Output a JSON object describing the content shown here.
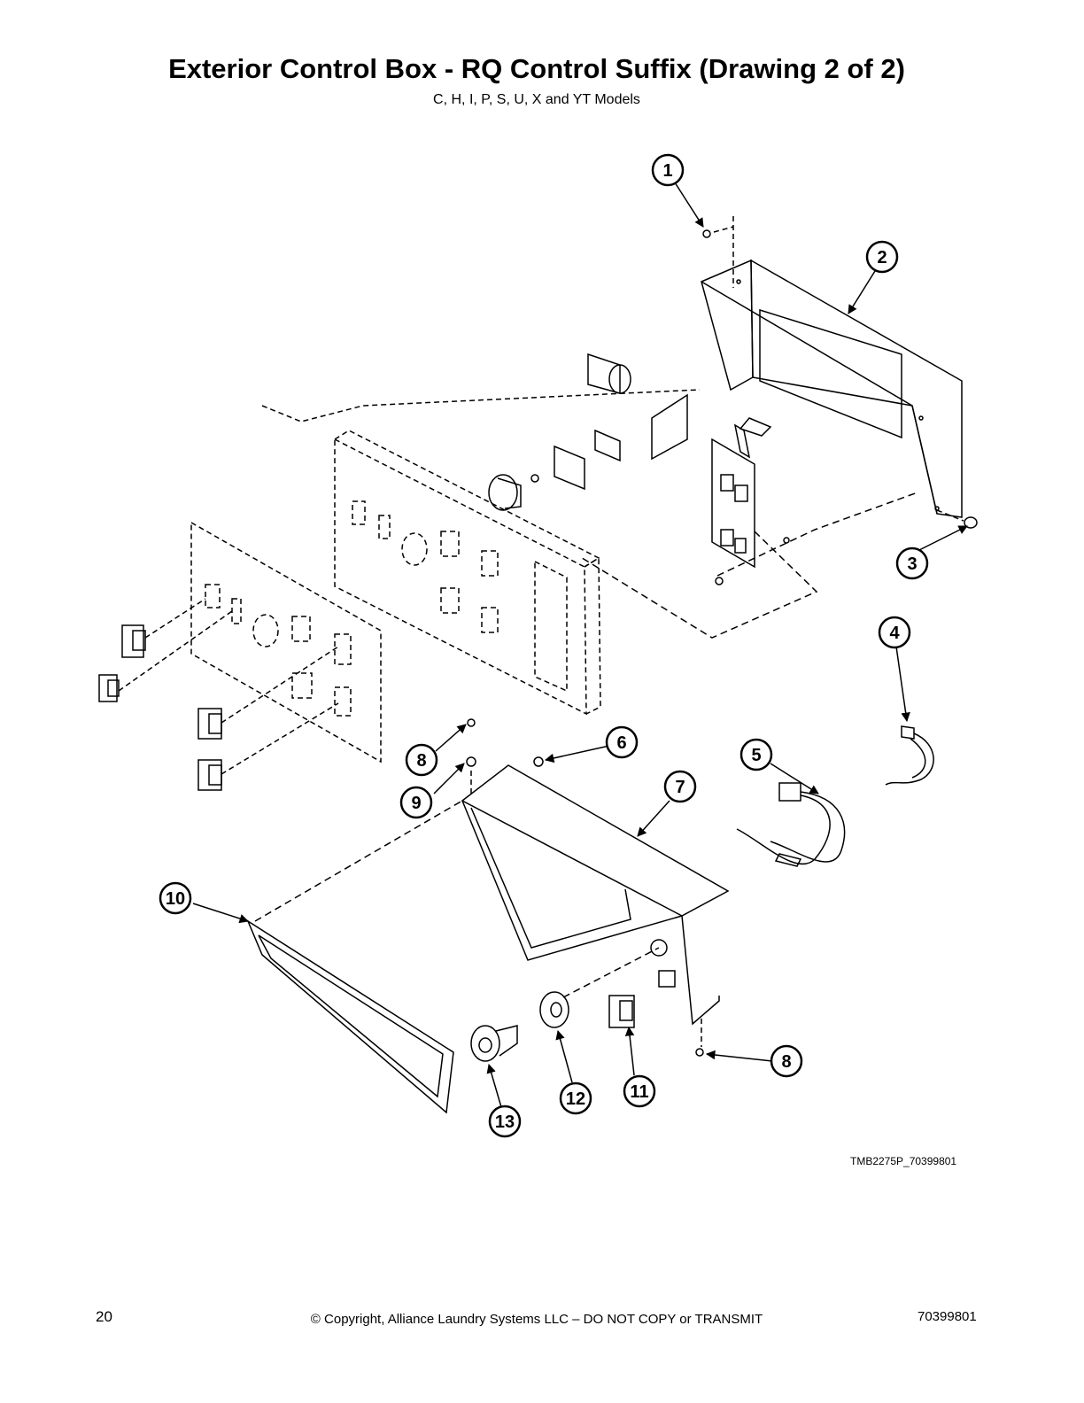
{
  "header": {
    "title": "Exterior Control Box - RQ Control Suffix (Drawing 2 of 2)",
    "subtitle": "C, H, I, P, S, U, X and YT Models"
  },
  "callouts": [
    "1",
    "2",
    "3",
    "4",
    "5",
    "6",
    "7",
    "8",
    "9",
    "10",
    "11",
    "12",
    "13",
    "8"
  ],
  "drawing_code": "TMB2275P_70399801",
  "footer": {
    "page_number": "20",
    "copyright": "© Copyright, Alliance Laundry Systems LLC – DO NOT COPY or TRANSMIT",
    "doc_number": "70399801"
  }
}
